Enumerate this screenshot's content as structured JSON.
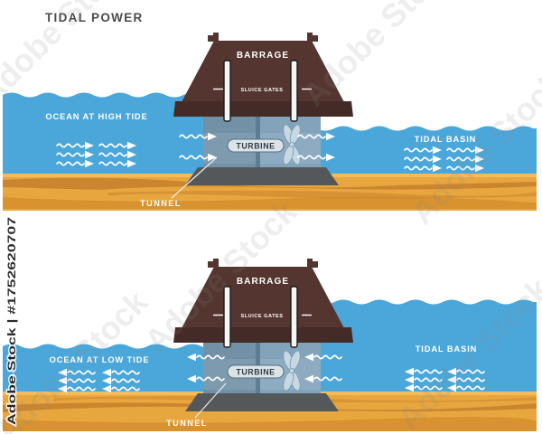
{
  "title": "TIDAL POWER",
  "watermark": {
    "vertical": "Adobe Stock | #1752620707",
    "diagonal": "Adobe Stock"
  },
  "colors": {
    "water": "#4BA7DA",
    "sand": "#E8A73E",
    "sand_light": "#F2BB5C",
    "sand_dark": "#C9822E",
    "sand_mid": "#D8922F",
    "barrage": "#54352F",
    "barrage_lip": "#452B27",
    "dam": "#7290A6",
    "dam_light": "#83A3BB",
    "divider": "#5E7C94",
    "base": "#55585A",
    "turbine_fill": "#DCE4E8",
    "propeller": "#C6D9E3",
    "label": "#FFFFFF",
    "title_color": "#4A4A4A"
  },
  "panels": [
    {
      "id": "high-tide",
      "ocean_label": "OCEAN AT HIGH TIDE",
      "basin_label": "TIDAL BASIN",
      "barrage_label": "BARRAGE",
      "sluice_gates_label": "SLUICE GATES",
      "turbine_label": "TURBINE",
      "tunnel_label": "TUNNEL",
      "flow": "ocean-to-basin (arrows point right)"
    },
    {
      "id": "low-tide",
      "ocean_label": "OCEAN AT LOW TIDE",
      "basin_label": "TIDAL BASIN",
      "barrage_label": "BARRAGE",
      "sluice_gates_label": "SLUICE GATES",
      "turbine_label": "TURBINE",
      "tunnel_label": "TUNNEL",
      "flow": "basin-to-ocean (arrows point left)"
    }
  ]
}
